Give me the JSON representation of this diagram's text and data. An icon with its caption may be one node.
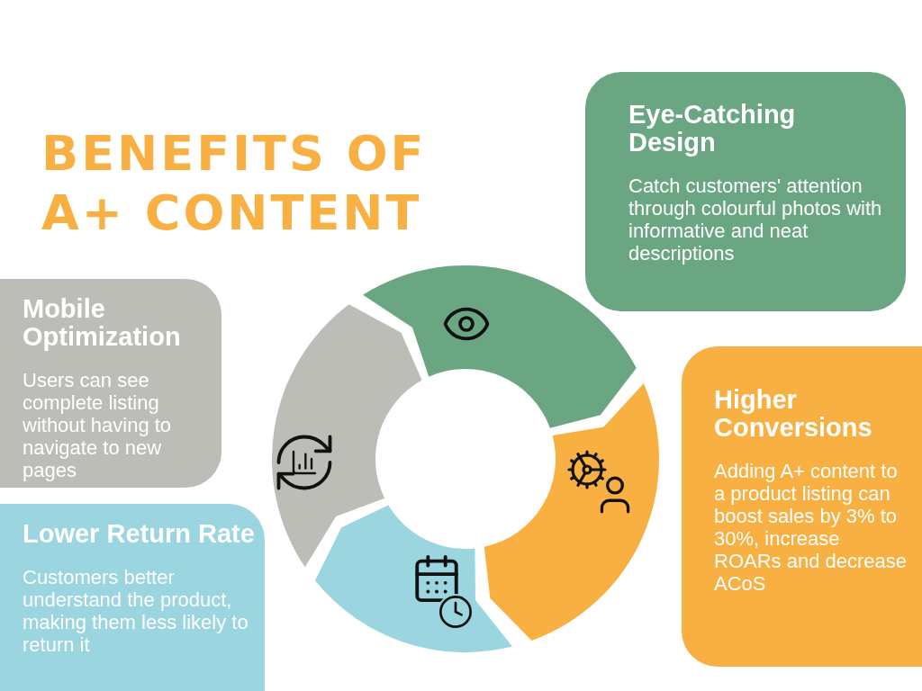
{
  "diagram": {
    "title": "BENEFITS OF A+ CONTENT",
    "nodes": [
      {
        "text": [
          "Eye-Catching Design",
          "Catch customers' attention through colourful photos with informative and neat descriptions"
        ]
      },
      {
        "text": [
          "Mobile Optimization",
          "Users can see complete listing without having to navigate to new pages"
        ]
      },
      {
        "text": [
          "Higher Conversions",
          "Adding A+ content to a product listing can boost sales by 3% to 30%, increase ROARs and decrease ACoS"
        ]
      },
      {
        "text": [
          "Lower Return Rate",
          "Customers better understand the product, making them less likely to return it"
        ]
      },
      {
        "text": [],
        "shape": "arc"
      },
      {
        "text": [],
        "shape": "arc"
      },
      {
        "text": [],
        "shape": "arc"
      },
      {
        "text": [],
        "shape": "arc"
      }
    ]
  }
}
